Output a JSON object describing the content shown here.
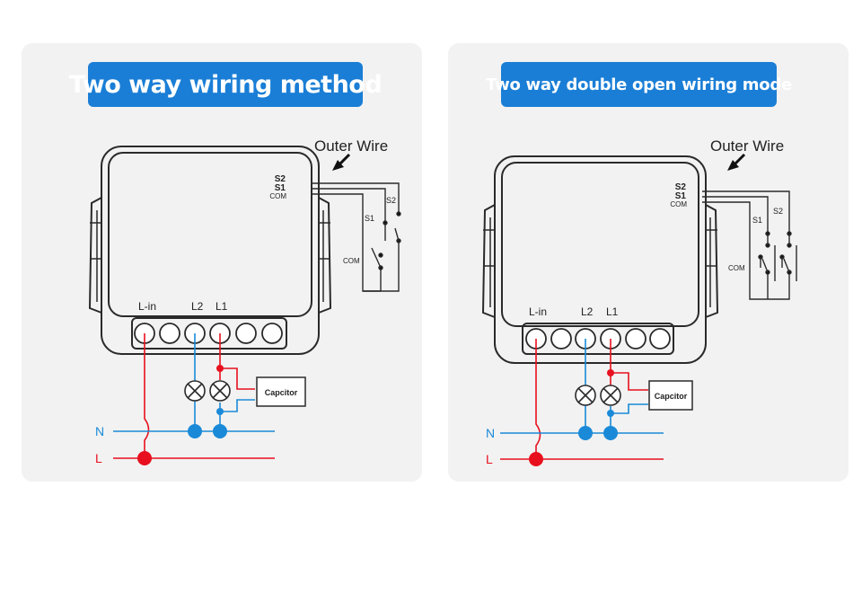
{
  "panels": [
    {
      "title": "Two way wiring method",
      "outer_wire_label": "Outer Wire",
      "terminals": {
        "s2": "S2",
        "s1": "S1",
        "com": "COM"
      },
      "switch_labels": {
        "s1": "S1",
        "s2": "S2",
        "com": "COM"
      },
      "bottom_labels": {
        "lin": "L-in",
        "l2": "L2",
        "l1": "L1"
      },
      "capacitor_label": "Capcitor",
      "line_labels": {
        "n": "N",
        "l": "L"
      }
    },
    {
      "title": "Two way double open wiring mode",
      "outer_wire_label": "Outer Wire",
      "terminals": {
        "s2": "S2",
        "s1": "S1",
        "com": "COM"
      },
      "switch_labels": {
        "s1": "S1",
        "s2": "S2",
        "com": "COM"
      },
      "bottom_labels": {
        "lin": "L-in",
        "l2": "L2",
        "l1": "L1"
      },
      "capacitor_label": "Capcitor",
      "line_labels": {
        "n": "N",
        "l": "L"
      }
    }
  ],
  "colors": {
    "panel_bg": "#f2f2f2",
    "badge_bg": "#1a7ed6",
    "live_red": "#e8101e",
    "neutral_blue": "#1a8ad8",
    "outline": "#2a2a2a"
  }
}
